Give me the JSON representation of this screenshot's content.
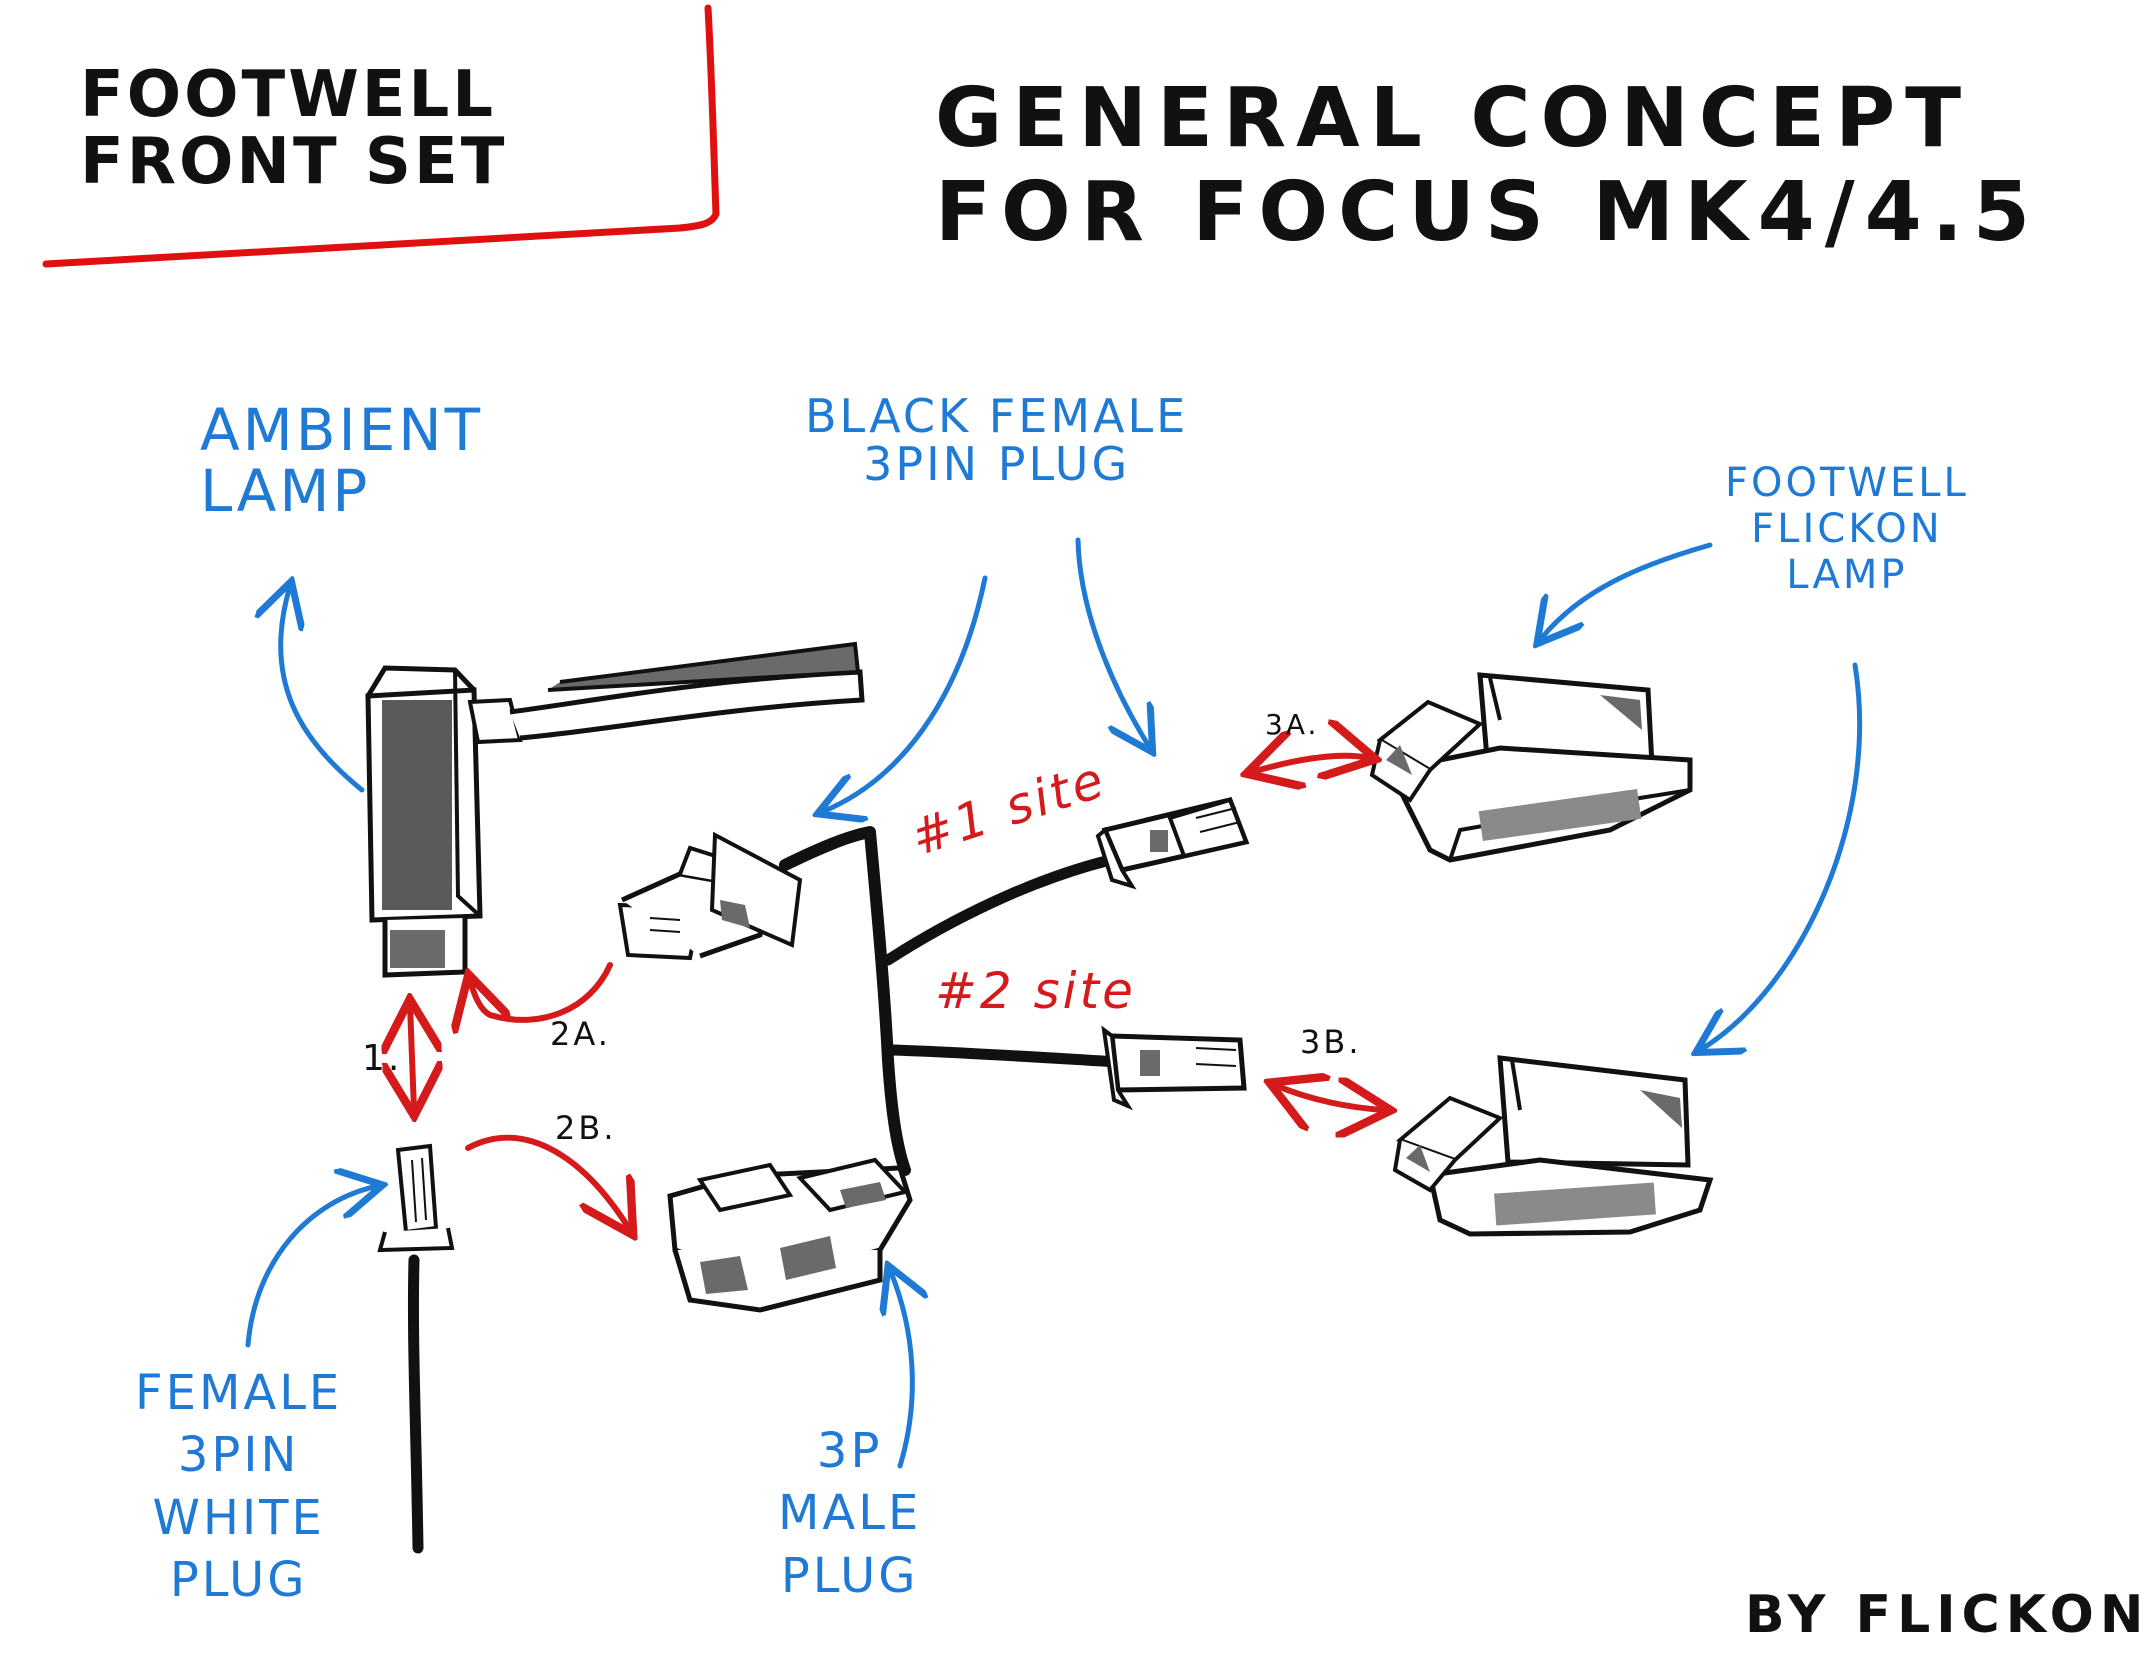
{
  "header": {
    "section_title": "FOOTWELL\nFRONT SET",
    "main_title": "GENERAL CONCEPT\nFOR FOCUS MK4/4.5"
  },
  "labels": {
    "ambient_lamp": "AMBIENT\nLAMP",
    "black_plug": "BLACK FEMALE\n3PIN PLUG",
    "footwell_lamp": "FOOTWELL\nFLICKON\nLAMP",
    "white_plug": "FEMALE\n3PIN\nWHITE\nPLUG",
    "male_plug": "3P\nMALE\nPLUG",
    "site1": "#1 site",
    "site2": "#2 site",
    "step1": "1.",
    "step2a": "2A.",
    "step2b": "2B.",
    "step3a": "3A.",
    "step3b": "3B.",
    "credit": "BY FLICKON"
  },
  "colors": {
    "ink": "#111111",
    "annotation_blue": "#1f7ad6",
    "connection_red": "#d41a1a",
    "frame_red": "#e01010",
    "shade_grey": "#5a5a5a"
  }
}
